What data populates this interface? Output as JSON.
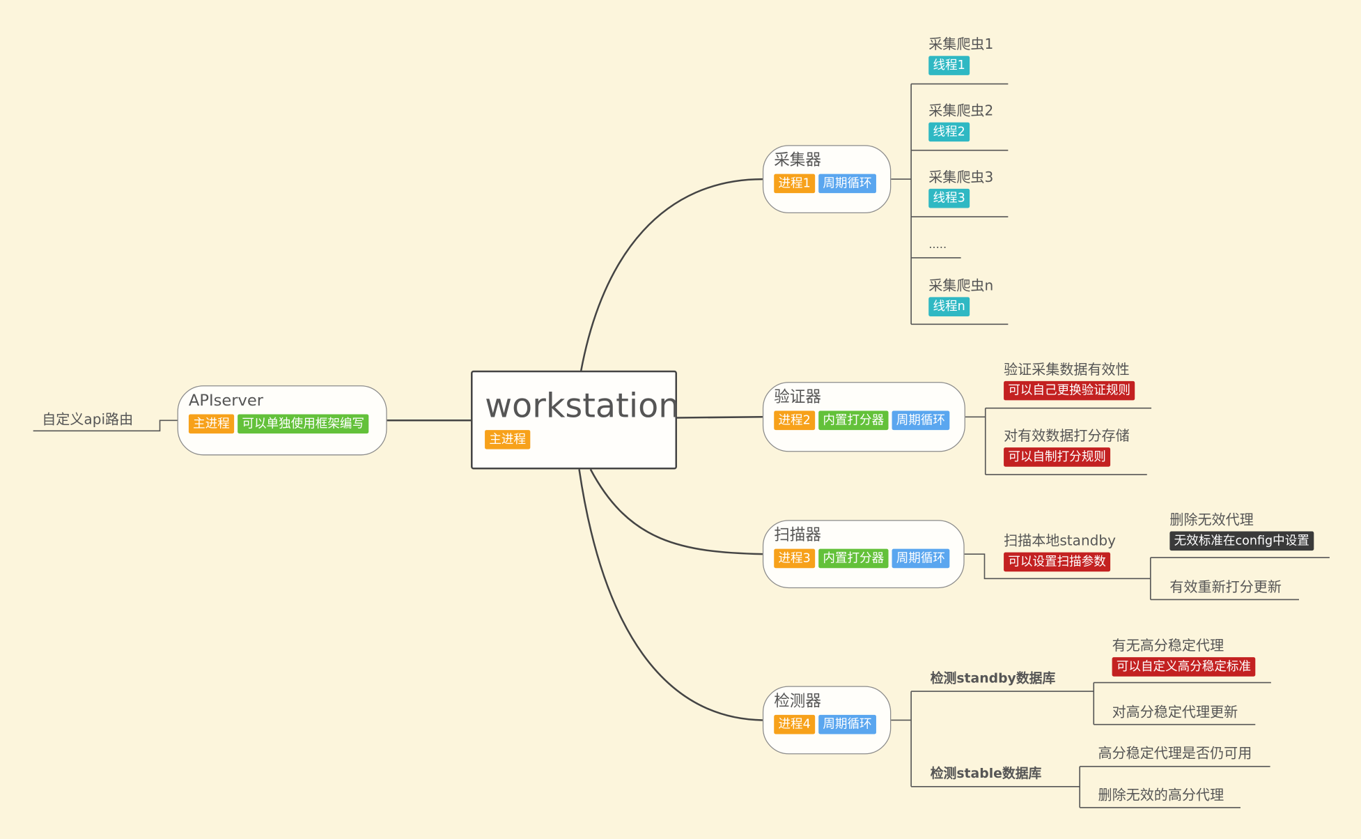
{
  "colors": {
    "background": "#fcf5dc",
    "line": "#444444",
    "tag_process": "#f7a11a",
    "tag_cycle": "#5aa6ef",
    "tag_scorer": "#63c13a",
    "tag_thread": "#2fb8c3",
    "tag_rule": "#c32121",
    "tag_note": "#3a3a3a"
  },
  "central": {
    "title": "workstation",
    "tags": [
      "主进程"
    ]
  },
  "apiserver": {
    "title": "APIserver",
    "tags": [
      "主进程",
      "可以单独使用框架编写"
    ],
    "child": "自定义api路由"
  },
  "collector": {
    "title": "采集器",
    "tags": [
      "进程1",
      "周期循环"
    ],
    "children": [
      {
        "text": "采集爬虫1",
        "tag": "线程1"
      },
      {
        "text": "采集爬虫2",
        "tag": "线程2"
      },
      {
        "text": "采集爬虫3",
        "tag": "线程3"
      },
      {
        "text": "....."
      },
      {
        "text": "采集爬虫n",
        "tag": "线程n"
      }
    ]
  },
  "validator": {
    "title": "验证器",
    "tags": [
      "进程2",
      "内置打分器",
      "周期循环"
    ],
    "children": [
      {
        "text": "验证采集数据有效性",
        "tag": "可以自己更换验证规则"
      },
      {
        "text": "对有效数据打分存储",
        "tag": "可以自制打分规则"
      }
    ]
  },
  "scanner": {
    "title": "扫描器",
    "tags": [
      "进程3",
      "内置打分器",
      "周期循环"
    ],
    "child": {
      "text": "扫描本地standby",
      "tag": "可以设置扫描参数"
    },
    "grandchildren": [
      {
        "text": "删除无效代理",
        "tag": "无效标准在config中设置"
      },
      {
        "text": "有效重新打分更新"
      }
    ]
  },
  "detector": {
    "title": "检测器",
    "tags": [
      "进程4",
      "周期循环"
    ],
    "branches": [
      {
        "text": "检测standby数据库",
        "children": [
          {
            "text": "有无高分稳定代理",
            "tag": "可以自定义高分稳定标准"
          },
          {
            "text": "对高分稳定代理更新"
          }
        ]
      },
      {
        "text": "检测stable数据库",
        "children": [
          {
            "text": "高分稳定代理是否仍可用"
          },
          {
            "text": "删除无效的高分代理"
          }
        ]
      }
    ]
  }
}
